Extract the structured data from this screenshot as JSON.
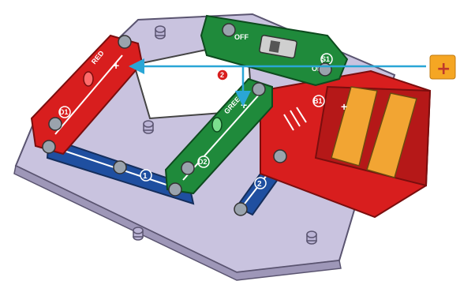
{
  "labels": {
    "switch_off": "OFF",
    "switch_on": "ON",
    "red_led": "RED",
    "green_led": "GREEN",
    "red_plus": "+",
    "green_plus": "+",
    "battery_plus": "+",
    "badge_plus": "+",
    "num_s1": "S1",
    "num_2": "2",
    "num_d1": "D1",
    "num_d2": "D2",
    "num_1": "1",
    "num_2b": "2",
    "num_b1": "B1"
  },
  "colors": {
    "base": "#c9c3df",
    "red": "#d81e1e",
    "green": "#1f8a3b",
    "blue": "#1f4fa0",
    "battery": "#f2a533",
    "arrow": "#2aa6d6",
    "badge": "#f5a623"
  }
}
